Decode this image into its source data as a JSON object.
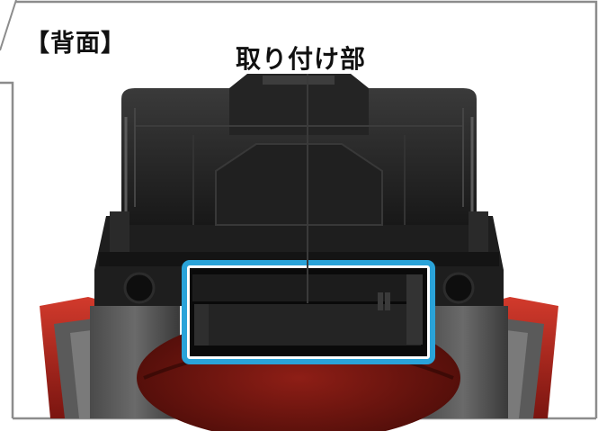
{
  "labels": {
    "view": "【背面】",
    "callout": "取り付け部"
  },
  "colors": {
    "frame_line": "#8c8c8c",
    "highlight_box": "#2aa3d9",
    "body_dark": "#1c1c1c",
    "accent_red": "#c0281e",
    "leader_line": "#3a3a3a"
  },
  "icons": {
    "product": "device-back-housing-illustration"
  }
}
